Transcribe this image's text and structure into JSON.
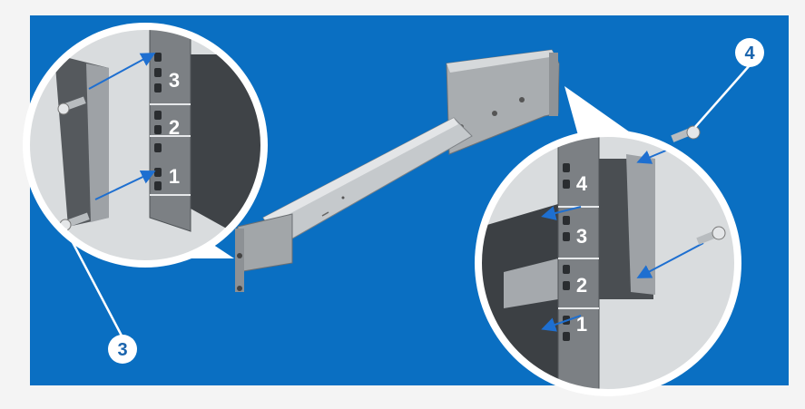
{
  "colors": {
    "panel_blue": "#0a6fc2",
    "border": "#f4f4f4",
    "rail": "#bfc3c6",
    "post": "#7c8084",
    "callout_text": "#1a64ad",
    "arrow": "#1e6fd0"
  },
  "callouts": {
    "left": "3",
    "right": "4"
  },
  "left_zoom": {
    "post_numbers": [
      "3",
      "2",
      "1"
    ]
  },
  "right_zoom": {
    "post_numbers": [
      "4",
      "3",
      "2",
      "1"
    ]
  }
}
